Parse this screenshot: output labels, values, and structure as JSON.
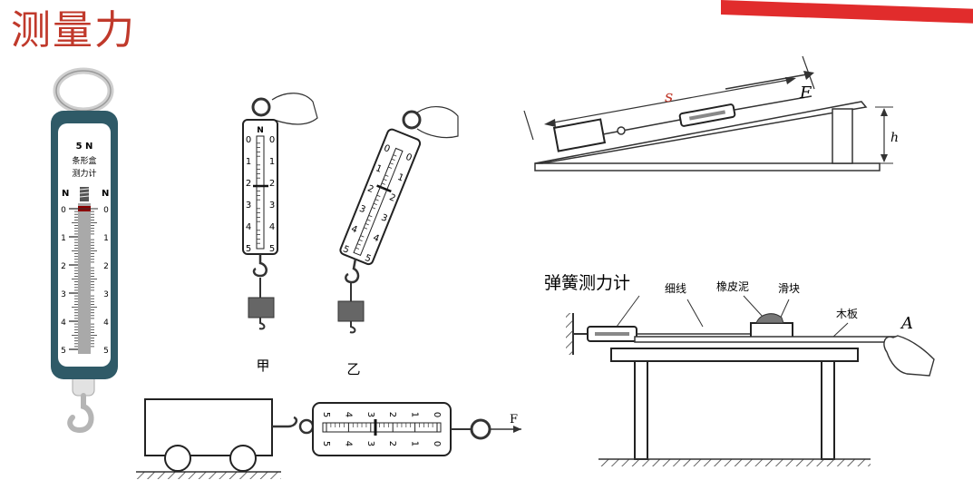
{
  "header": {
    "title": "测量力"
  },
  "colors": {
    "title": "#c0392b",
    "accent": "#e12c2c",
    "scale_body": "#2f5a67"
  },
  "meter_big": {
    "range": "5 N",
    "name_line1": "条形盒",
    "name_line2": "测力计",
    "unit": "N",
    "ticks": [
      "0",
      "1",
      "2",
      "3",
      "4",
      "5"
    ]
  },
  "meter_hand": {
    "unit": "N",
    "ticks": [
      "0",
      "1",
      "2",
      "3",
      "4",
      "5"
    ],
    "label_a": "甲",
    "label_b": "乙"
  },
  "meter_cart": {
    "ticks": [
      "5",
      "4",
      "3",
      "2",
      "1",
      "0"
    ],
    "force_label": "F"
  },
  "incline": {
    "distance_label": "s",
    "force_label": "F",
    "height_label": "h"
  },
  "friction": {
    "meter_label": "弹簧测力计",
    "string_label": "细线",
    "putty_label": "橡皮泥",
    "block_label": "滑块",
    "board_label": "木板",
    "point_label": "A"
  }
}
